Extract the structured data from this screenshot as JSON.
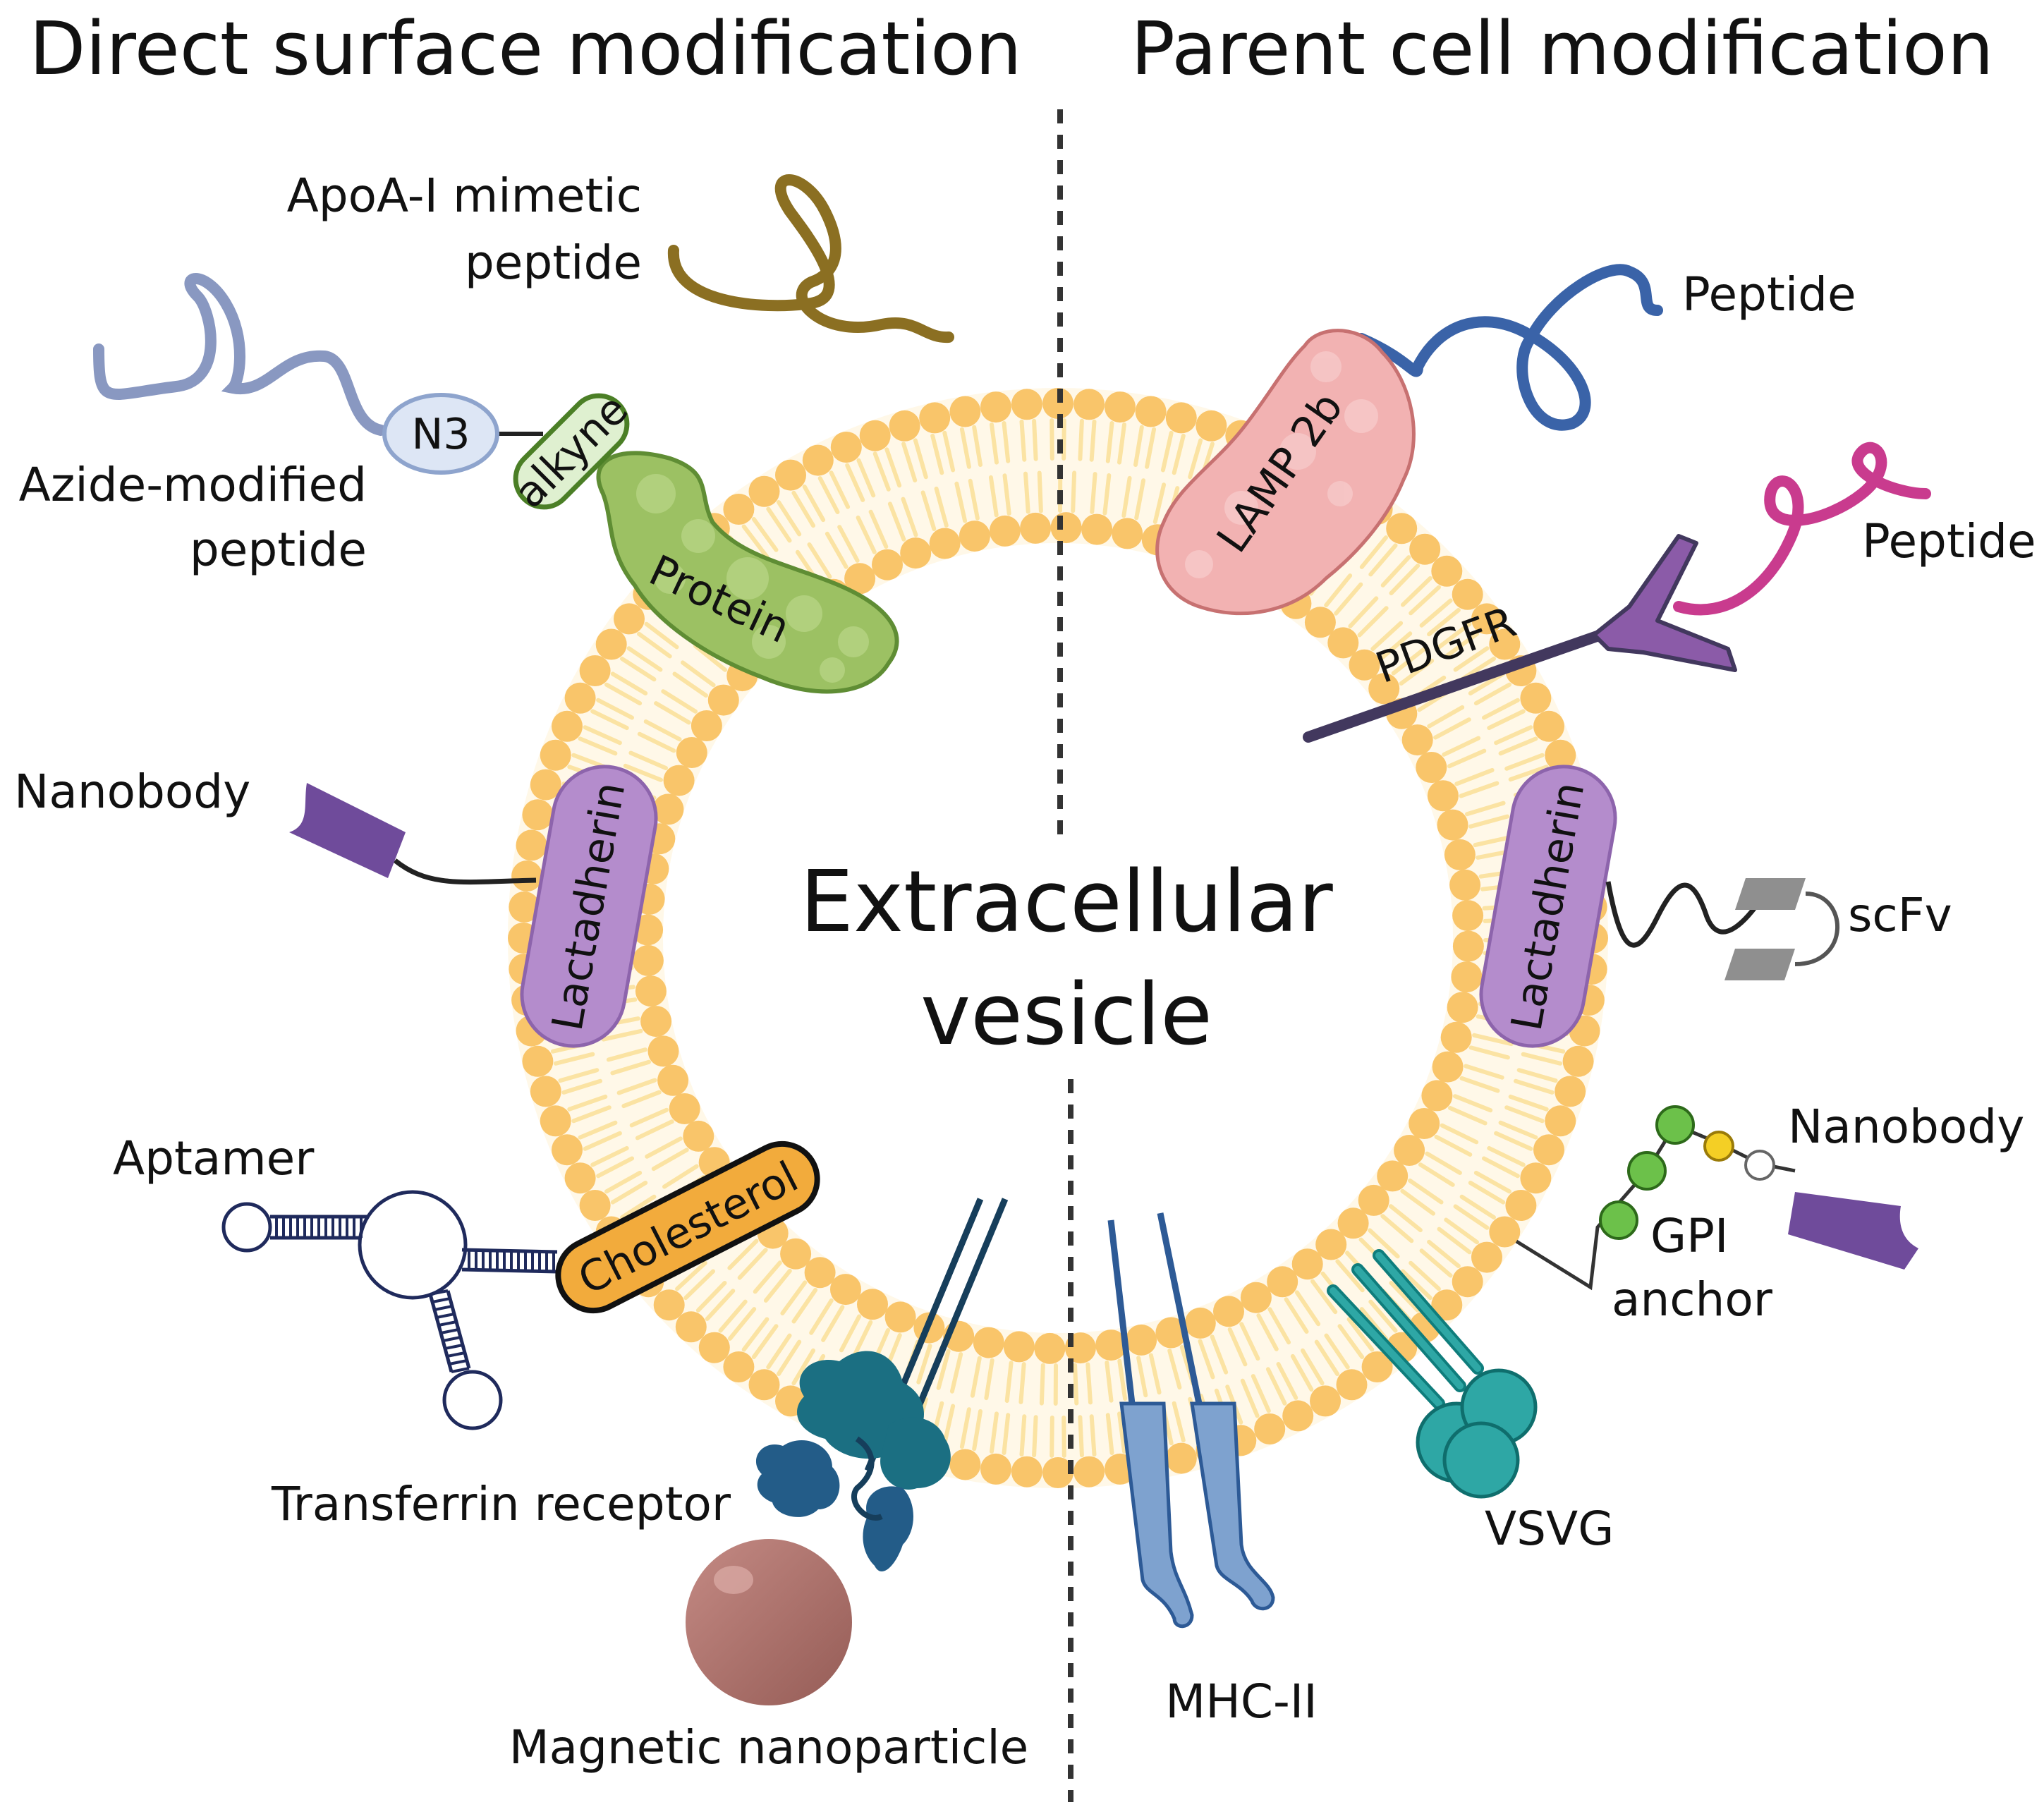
{
  "headings": {
    "left": "Direct surface modification",
    "right": "Parent cell modification"
  },
  "center_label": {
    "line1": "Extracellular",
    "line2": "vesicle"
  },
  "left_labels": {
    "apoa_line1": "ApoA-I mimetic",
    "apoa_line2": "peptide",
    "azide_line1": "Azide-modified",
    "azide_line2": "peptide",
    "n3": "N3",
    "alkyne": "alkyne",
    "protein": "Protein",
    "nanobody": "Nanobody",
    "lactadherin": "Lactadherin",
    "aptamer": "Aptamer",
    "cholesterol": "Cholesterol",
    "transferrin": "Transferrin receptor",
    "magnetic": "Magnetic nanoparticle"
  },
  "right_labels": {
    "peptide_top": "Peptide",
    "lamp": "LAMP 2b",
    "peptide_mid": "Peptide",
    "pdgfr": "PDGFR",
    "lactadherin": "Lactadherin",
    "scfv": "scFv",
    "nanobody": "Nanobody",
    "gpi_line1": "GPI",
    "gpi_line2": "anchor",
    "vsvg": "VSVG",
    "mhc": "MHC-II"
  },
  "colors": {
    "lipid_head": "#f9c56a",
    "lipid_tail": "#fbe3a3",
    "membrane_fill": "#fff8e8",
    "protein_green": "#9cc163",
    "lactadherin": "#b48ccc",
    "lamp": "#f2b2b2",
    "pdgfr": "#8b5ba8",
    "nanobody": "#6f4b9b",
    "cholesterol": "#f2ab3c",
    "vsvg": "#2ea7a5",
    "mhc": "#7ea2cf",
    "transferrin": "#1b6f82",
    "magnetic": "#a6706a",
    "peptide_blue": "#3a63a8",
    "peptide_pink": "#c93b8e",
    "apoa": "#8b6f22",
    "azide": "#8998c1"
  }
}
